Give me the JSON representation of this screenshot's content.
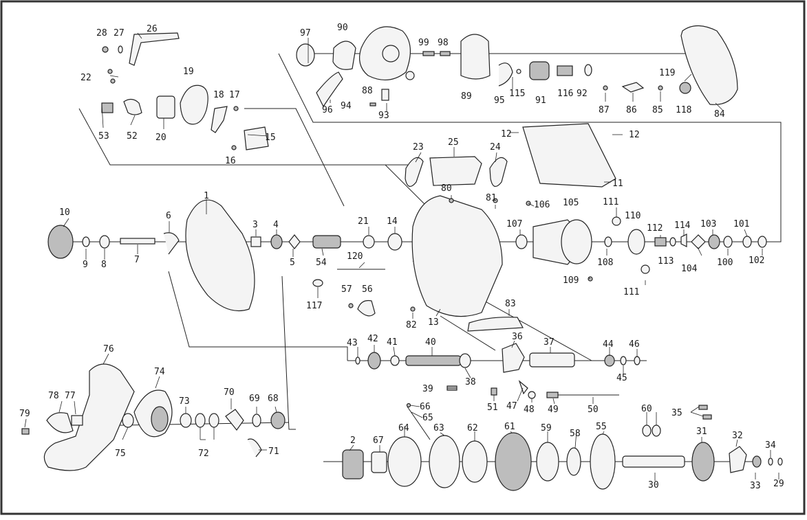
{
  "labels": [
    "1",
    "2",
    "3",
    "4",
    "5",
    "6",
    "7",
    "8",
    "9",
    "10",
    "11",
    "12",
    "13",
    "14",
    "15",
    "16",
    "17",
    "18",
    "19",
    "20",
    "21",
    "22",
    "23",
    "24",
    "25",
    "26",
    "27",
    "28",
    "29",
    "30",
    "31",
    "32",
    "33",
    "34",
    "35",
    "36",
    "37",
    "38",
    "39",
    "40",
    "41",
    "42",
    "43",
    "44",
    "45",
    "46",
    "47",
    "48",
    "49",
    "50",
    "51",
    "52",
    "53",
    "54",
    "55",
    "56",
    "57",
    "58",
    "59",
    "60",
    "61",
    "62",
    "63",
    "64",
    "65",
    "66",
    "67",
    "68",
    "69",
    "70",
    "71",
    "72",
    "73",
    "74",
    "75",
    "76",
    "77",
    "78",
    "79",
    "80",
    "81",
    "82",
    "83",
    "84",
    "85",
    "86",
    "87",
    "88",
    "89",
    "90",
    "91",
    "92",
    "93",
    "94",
    "95",
    "96",
    "97",
    "98",
    "99",
    "100",
    "101",
    "102",
    "103",
    "104",
    "105",
    "106",
    "107",
    "108",
    "109",
    "110",
    "111",
    "112",
    "113",
    "114",
    "115",
    "116",
    "117",
    "118",
    "119",
    "120"
  ]
}
